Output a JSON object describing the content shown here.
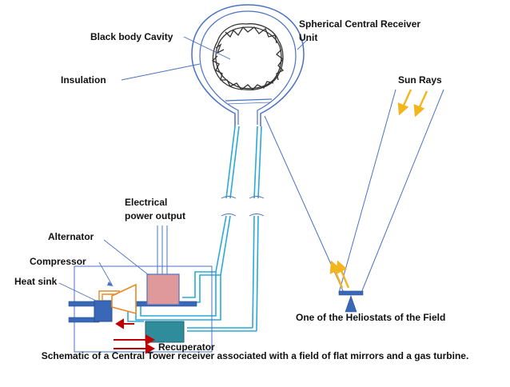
{
  "labels": {
    "black_body_cavity": "Black body Cavity",
    "receiver_line1": "Spherical Central Receiver",
    "receiver_line2": "Unit",
    "insulation": "Insulation",
    "sun_rays": "Sun Rays",
    "electrical_line1": "Electrical",
    "electrical_line2": "power output",
    "alternator": "Alternator",
    "compressor": "Compressor",
    "heat_sink": "Heat sink",
    "heliostat": "One of the Heliostats of the Field",
    "recuperator": "Recuperator"
  },
  "caption": "Schematic of a Central Tower receiver associated with a field of flat mirrors  and a gas turbine.",
  "colors": {
    "line": "#4a72c4",
    "pipe": "#2aa9d9",
    "sun": "#f2b51e",
    "flow_arrow": "#c00000",
    "alternator_fill": "#e0999a",
    "compressor_fill": "#ffffff",
    "compressor_stroke": "#e68a26",
    "turbine_fill": "#3a68b8",
    "recuperator_fill": "#2f8c9a",
    "heliostat": "#3a68b8",
    "cavity_wall": "#333333"
  }
}
